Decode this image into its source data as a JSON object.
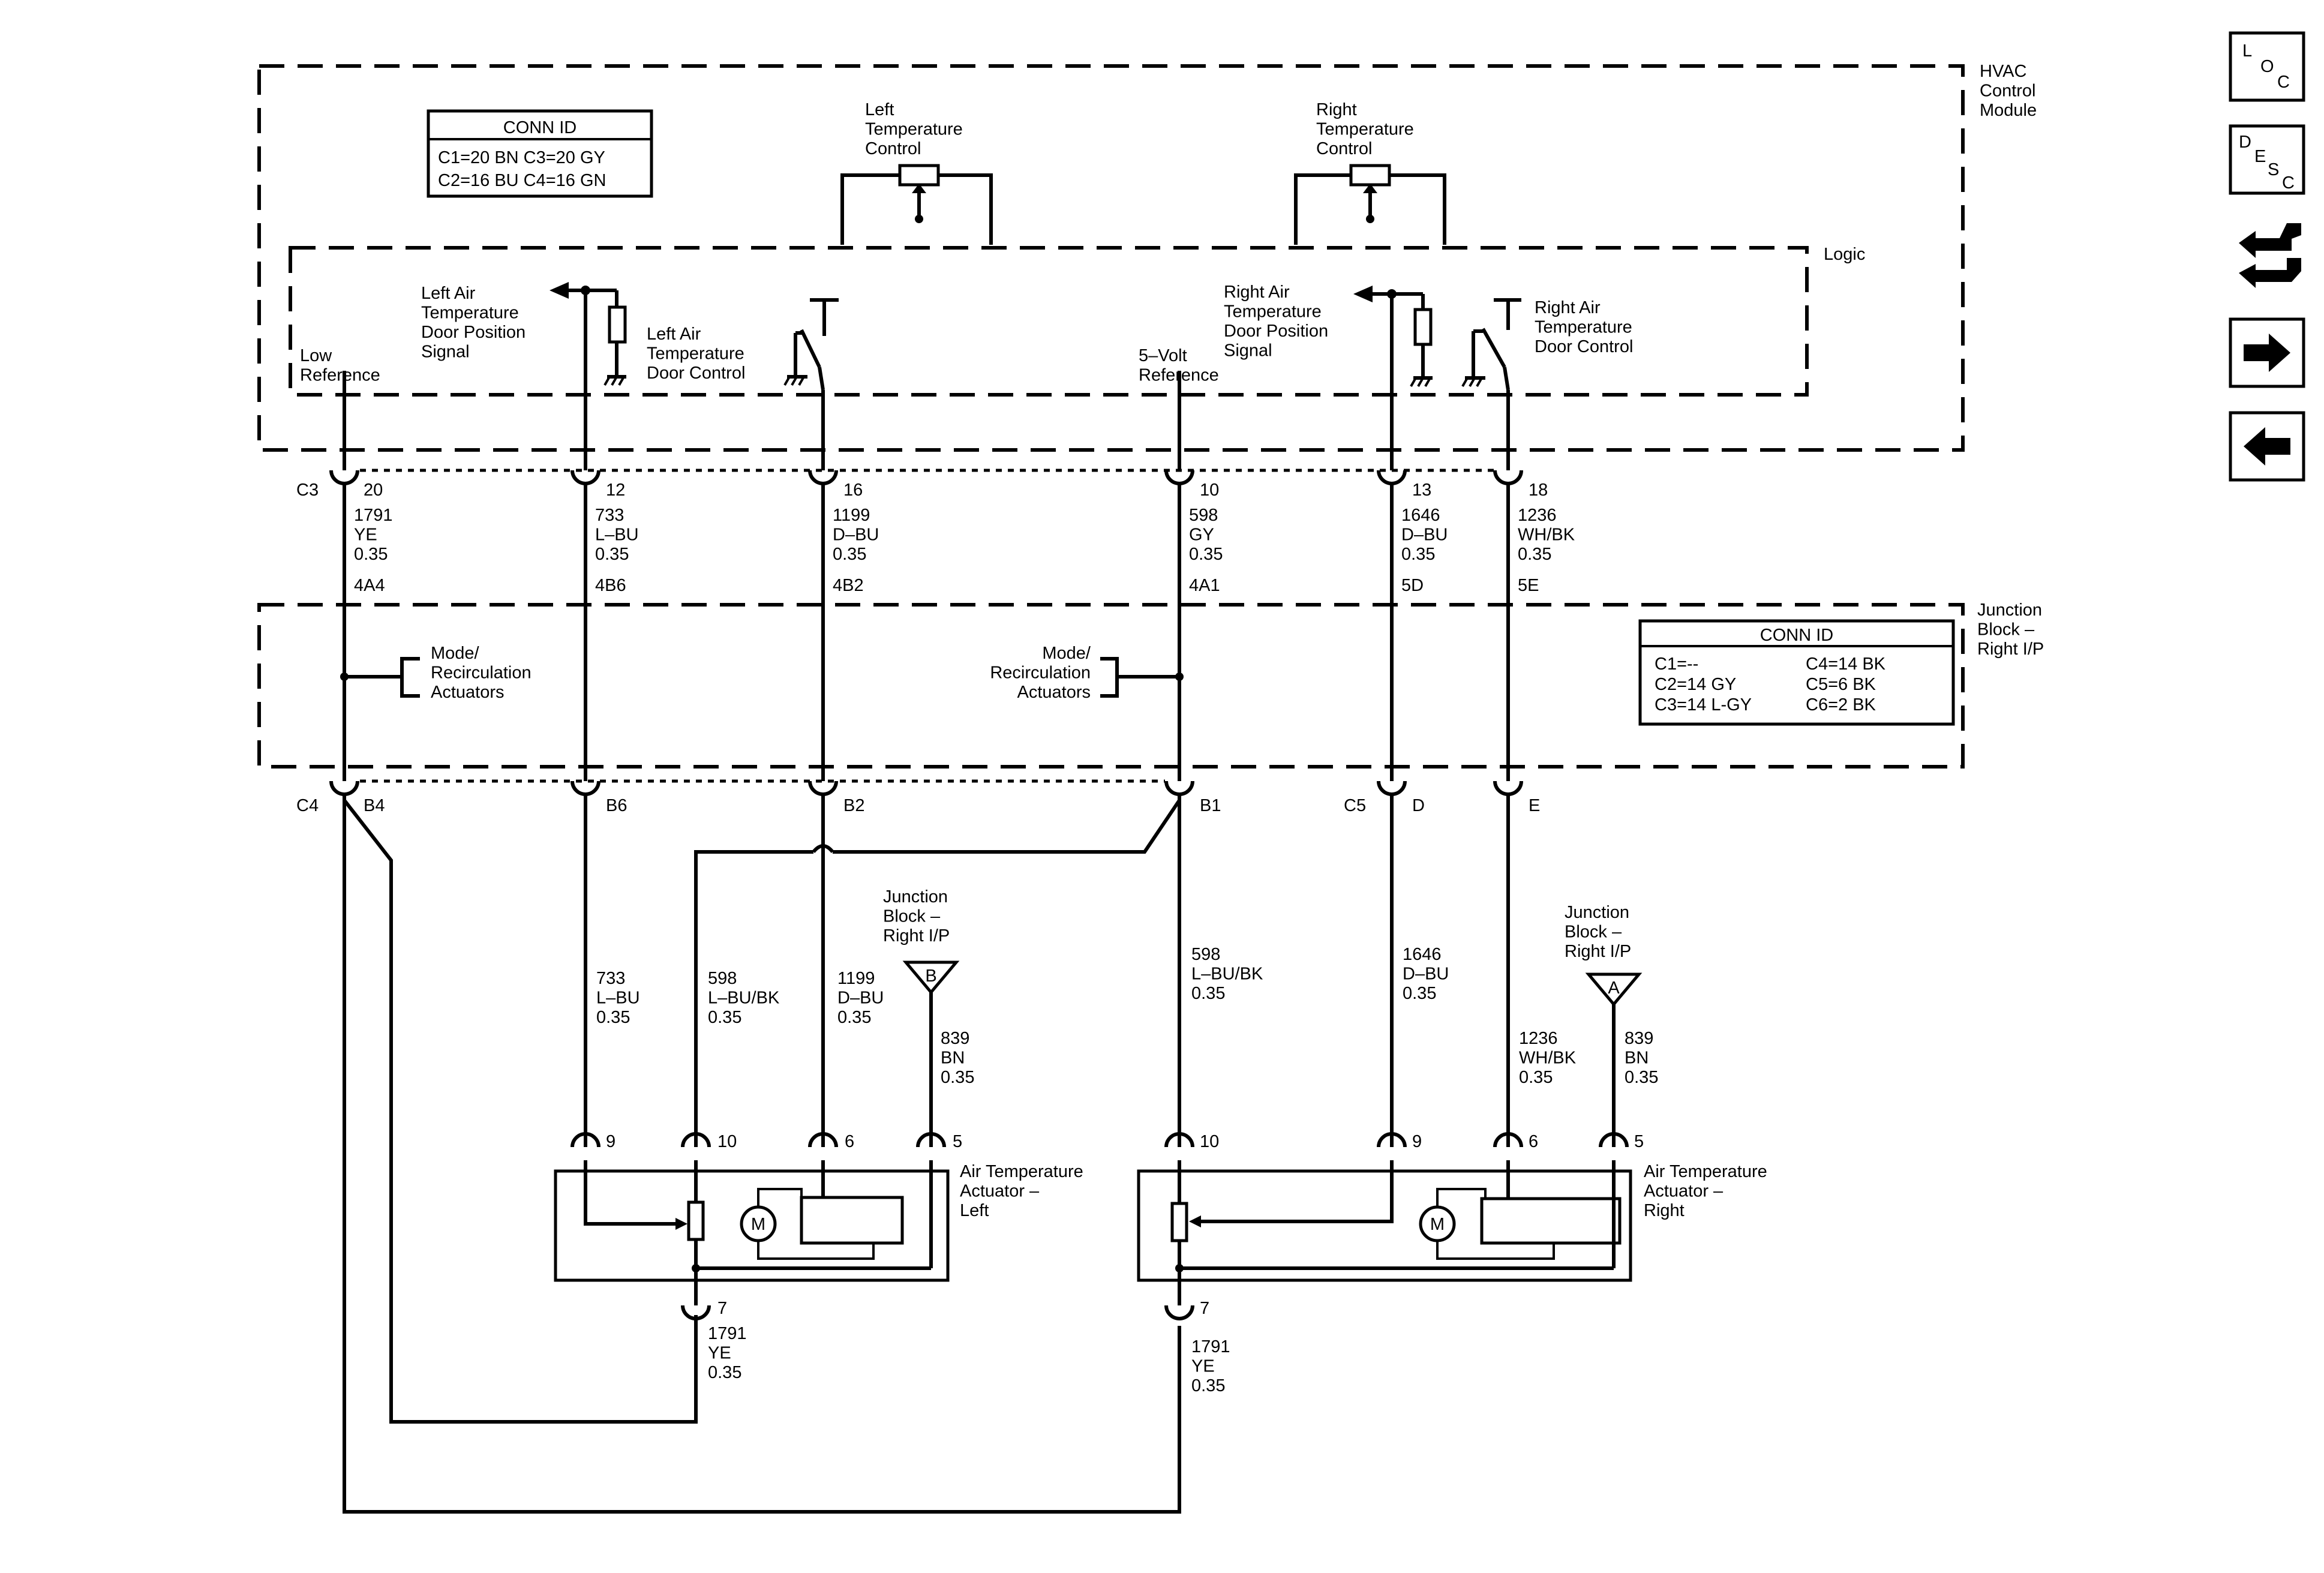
{
  "modules": {
    "hvac": "HVAC\nControl\nModule",
    "logic": "Logic",
    "junction_block": "Junction\nBlock –\nRight I/P"
  },
  "conn_id_hvac": {
    "title": "CONN ID",
    "rows": [
      "C1=20 BN   C3=20 GY",
      "C2=16 BU   C4=16 GN"
    ]
  },
  "conn_id_junction": {
    "title": "CONN ID",
    "left": [
      "C1=--",
      "C2=14 GY",
      "C3=14 L-GY"
    ],
    "right": [
      "C4=14 BK",
      "C5=6 BK",
      "C6=2 BK"
    ]
  },
  "controls": {
    "left_temp": "Left\nTemperature\nControl",
    "right_temp": "Right\nTemperature\nControl"
  },
  "signals": {
    "low_ref": "Low\nReference",
    "left_pos": "Left Air\nTemperature\nDoor Position\nSignal",
    "left_ctrl": "Left Air\nTemperature\nDoor Control",
    "five_volt": "5–Volt\nReference",
    "right_pos": "Right Air\nTemperature\nDoor Position\nSignal",
    "right_ctrl": "Right Air\nTemperature\nDoor Control"
  },
  "connectors": {
    "c3": "C3",
    "c4": "C4",
    "c5": "C5",
    "upper_pins": [
      "20",
      "12",
      "16",
      "10",
      "13",
      "18"
    ],
    "upper_wires": [
      "1791\nYE\n0.35",
      "733\nL–BU\n0.35",
      "1199\nD–BU\n0.35",
      "598\nGY\n0.35",
      "1646\nD–BU\n0.35",
      "1236\nWH/BK\n0.35"
    ],
    "jb_upper_pins": [
      "4A4",
      "4B6",
      "4B2",
      "4A1",
      "5D",
      "5E"
    ],
    "jb_lower_pins": [
      "B4",
      "B6",
      "B2",
      "B1",
      "D",
      "E"
    ]
  },
  "mode_actuators": {
    "left": "Mode/\nRecirculation\nActuators",
    "right": "Mode/\nRecirculation\nActuators"
  },
  "lower_wires": {
    "w733": "733\nL–BU\n0.35",
    "w598_left": "598\nL–BU/BK\n0.35",
    "w1199": "1199\nD–BU\n0.35",
    "w839_left": "839\nBN\n0.35",
    "w598_right": "598\nL–BU/BK\n0.35",
    "w1646": "1646\nD–BU\n0.35",
    "w1236": "1236\nWH/BK\n0.35",
    "w839_right": "839\nBN\n0.35",
    "w1791_left": "1791\nYE\n0.35",
    "w1791_right": "1791\nYE\n0.35"
  },
  "ground_refs": {
    "b_label": "Junction\nBlock –\nRight  I/P",
    "b_letter": "B",
    "a_label": "Junction\nBlock –\nRight  I/P",
    "a_letter": "A"
  },
  "actuators": {
    "left": "Air Temperature\nActuator –\nLeft",
    "right": "Air Temperature\nActuator –\nRight",
    "motor": "M",
    "left_pins": [
      "9",
      "10",
      "6",
      "5",
      "7"
    ],
    "right_pins": [
      "10",
      "9",
      "6",
      "5",
      "7"
    ]
  },
  "nav": {
    "loc": [
      "L",
      "O",
      "C"
    ],
    "desc": [
      "D",
      "E",
      "S",
      "C"
    ]
  }
}
